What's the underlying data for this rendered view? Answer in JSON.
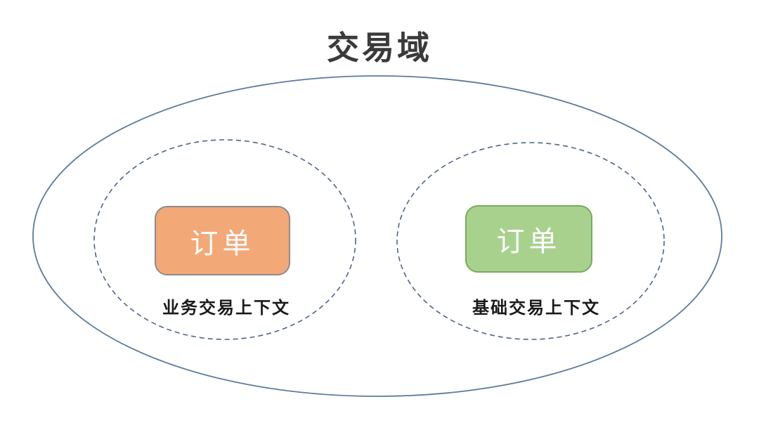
{
  "title": "交易域",
  "contexts": [
    {
      "box_label": "订单",
      "context_label": "业务交易上下文"
    },
    {
      "box_label": "订单",
      "context_label": "基础交易上下文"
    }
  ],
  "colors": {
    "title-color": "#3a3a3a",
    "label-color": "#1a1a1a",
    "box-text": "#ffffff",
    "box-orange": "#f3a878",
    "box-orange-border": "#8c8c8c",
    "box-green": "#a9d18e",
    "box-green-border": "#74ad58",
    "outer-ellipse-stroke": "#5b7b9b",
    "dashed-ellipse-stroke": "#4f6585"
  }
}
